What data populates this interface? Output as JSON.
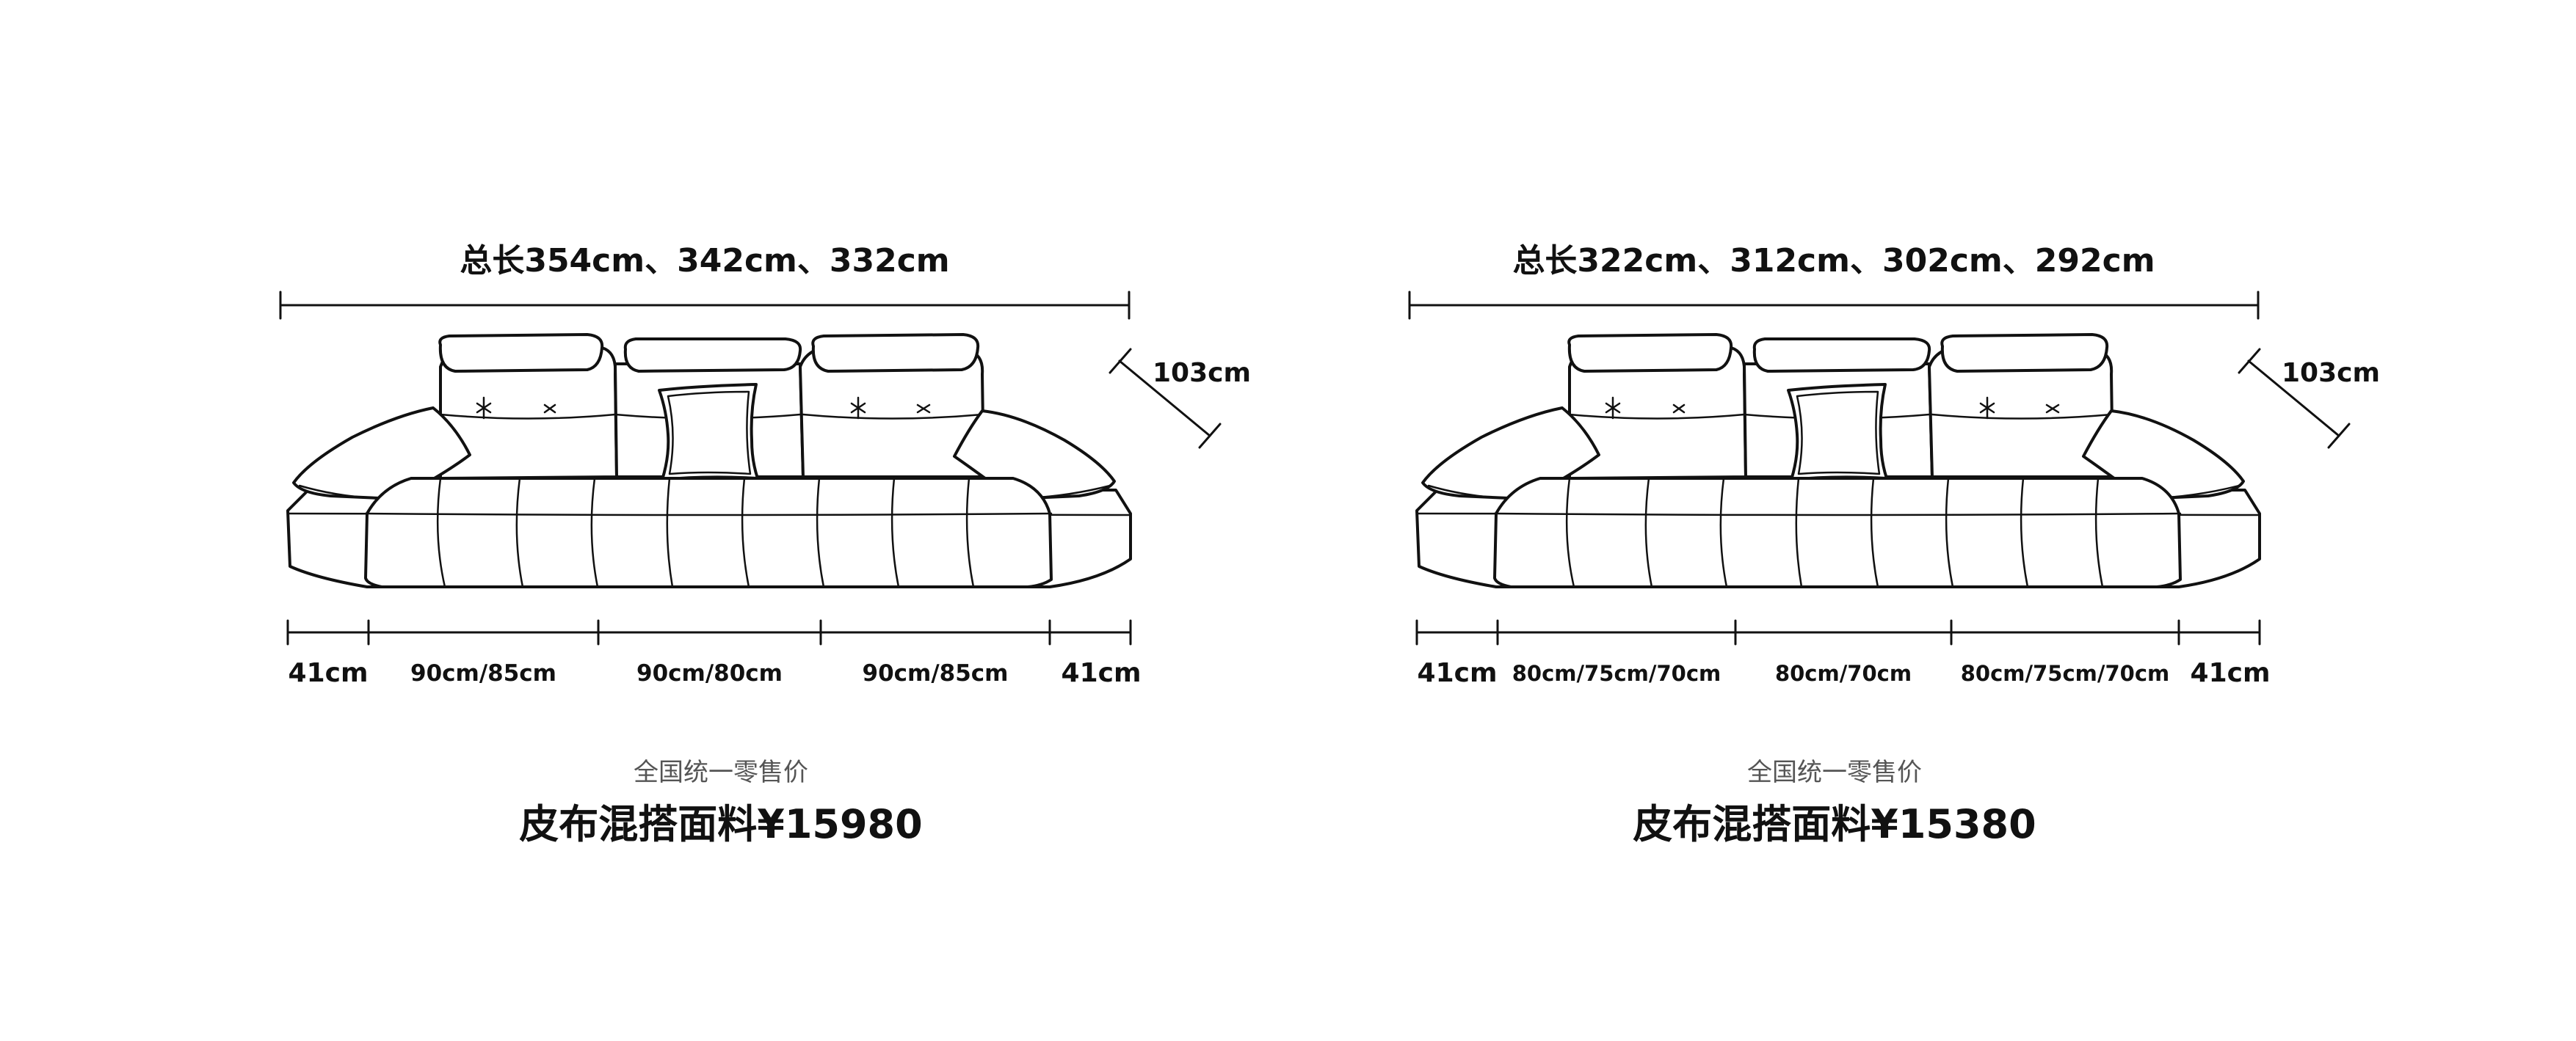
{
  "colors": {
    "background": "#ffffff",
    "line": "#111111",
    "price_label": "#555555"
  },
  "left": {
    "total_length": "总长354cm、342cm、332cm",
    "depth": "103cm",
    "segments": [
      "41cm",
      "90cm/85cm",
      "90cm/80cm",
      "90cm/85cm",
      "41cm"
    ],
    "price_label": "全国统一零售价",
    "price": "皮布混搭面料¥15980"
  },
  "right": {
    "total_length": "总长322cm、312cm、302cm、292cm",
    "depth": "103cm",
    "segments": [
      "41cm",
      "80cm/75cm/70cm",
      "80cm/70cm",
      "80cm/75cm/70cm",
      "41cm"
    ],
    "price_label": "全国统一零售价",
    "price": "皮布混搭面料¥15380"
  }
}
